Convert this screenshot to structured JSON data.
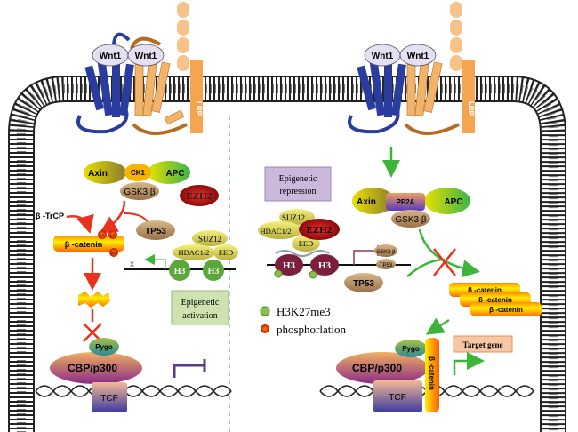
{
  "left": {
    "wnt_a": "Wnt1",
    "wnt_b": "Wnt1",
    "lrp": "LRP",
    "axin": "Axin",
    "ck1": "CK1",
    "apc": "APC",
    "gsk3b": "GSK3 β",
    "ezh2": "EZH2",
    "btrcp": "β -TrCP",
    "bcatenin": "β -catenin",
    "ps": "pS",
    "tp53": "TP53",
    "suz12": "SUZ12",
    "hdac": "HDAC1/2",
    "eed": "EED",
    "h3": "H3",
    "x_mark": "x",
    "box_line1": "Epigenetic",
    "box_line2": "activation",
    "pygo": "Pygo",
    "cbp": "CBP/p300",
    "tcf": "TCF"
  },
  "right": {
    "wnt_a": "Wnt1",
    "wnt_b": "Wnt1",
    "lrp": "LRP",
    "axin": "Axin",
    "pp2a": "PP2A",
    "apc": "APC",
    "gsk3b": "GSK3 β",
    "box_line1": "Epigenetic",
    "box_line2": "repression",
    "suz12": "SUZ12",
    "hdac": "HDAC1/2",
    "ezh2": "EZH2",
    "eed": "EED",
    "h3": "H3",
    "gsk3b_small": "GSK3 β",
    "tp53_small": "TP53",
    "tp53": "TP53",
    "bcatenin": "β -catenin",
    "pygo": "Pygo",
    "cbp": "CBP/p300",
    "tcf": "TCF",
    "bcatenin_vertical": "β -catenin",
    "target_gene": "Target gene"
  },
  "legend": {
    "h3k27me3": "H3K27me3",
    "phosphorylation": "phosphorlation"
  },
  "colors": {
    "activation_arrow": "#e8321e",
    "wnt_on_arrow": "#3db53a",
    "frizzled": "#2a3d9e",
    "frizzled_orange": "#f2b46a",
    "ezh2": "#c0171b",
    "h3_green": "#5aa83a",
    "h3_maroon": "#7a1f3c",
    "activation_box": "#cfe3b0",
    "repression_box": "#cbb8dc",
    "divider": "#7a9fd6"
  }
}
